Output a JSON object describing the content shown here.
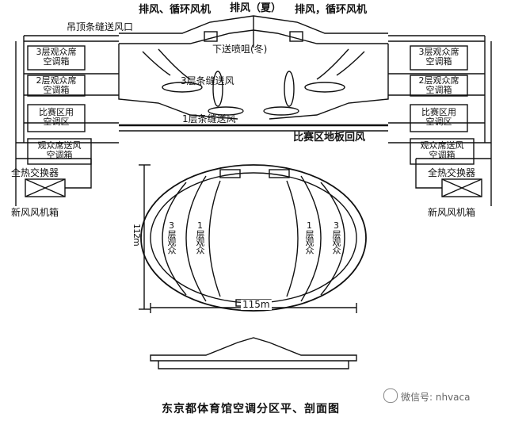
{
  "top_labels": {
    "exhaust_left": "排风、循环风机",
    "exhaust_summer": "排风（夏）",
    "exhaust_right": "排风，循环风机",
    "ceiling_slot": "吊顶条缝送风口",
    "nozzle_winter": "下送喷咀(冬)"
  },
  "section_labels": {
    "floor3_supply": "3层条缝送风",
    "floor1_supply": "1层条缝送风",
    "floor_return": "比赛区地板回风"
  },
  "left_boxes": {
    "b1": "3层观众席\n空调箱",
    "b2": "2层观众席\n空调箱",
    "b3": "比赛区用\n空调区",
    "b4": "观众席送风\n空调箱"
  },
  "right_boxes": {
    "b1": "3层观众席\n空调箱",
    "b2": "2层观众席\n空调箱",
    "b3": "比赛区用\n空调区",
    "b4": "观众席送风\n空调箱"
  },
  "equipment": {
    "hx_left": "全热交换器",
    "fresh_left": "新风风机箱",
    "hx_right": "全热交换器",
    "fresh_right": "新风风机箱"
  },
  "plan": {
    "zone_left_3": "3层观众",
    "zone_left_1": "1层观众",
    "zone_right_1": "1层观众",
    "zone_right_3": "3层观众",
    "dim_height": "112m",
    "dim_width": "115m"
  },
  "caption": "东京都体育馆空调分区平、剖面图",
  "watermark": "微信号: nhvaca"
}
